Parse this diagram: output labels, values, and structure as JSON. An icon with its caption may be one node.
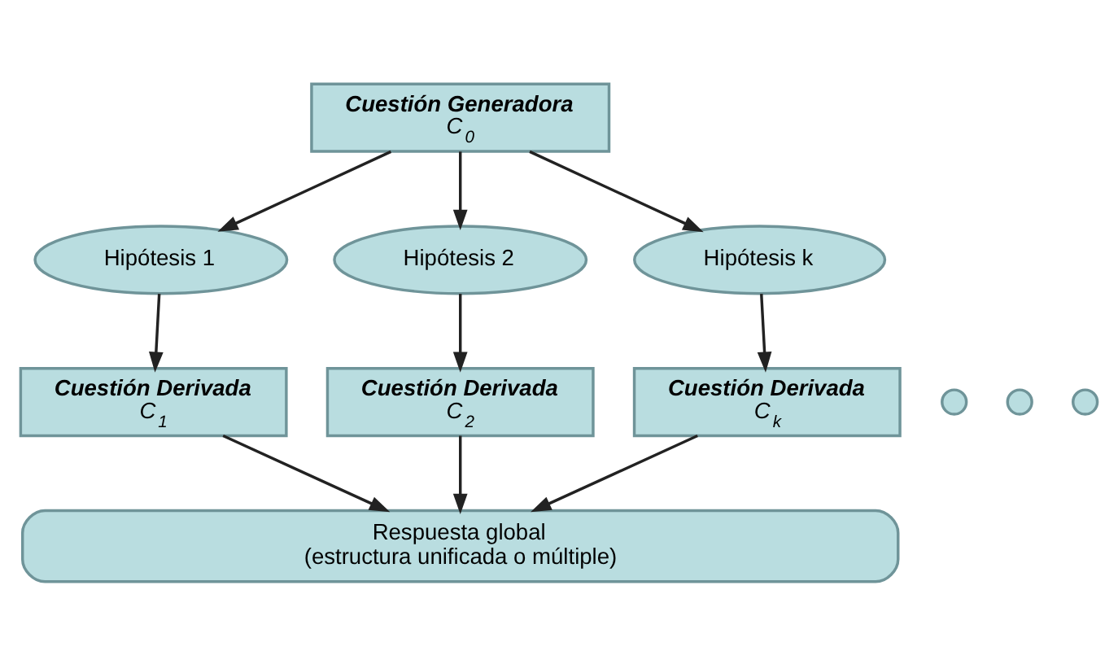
{
  "diagram": {
    "nodes": [
      {
        "text": [
          "Cuestión Generadora",
          "C$_{0}$"
        ]
      },
      {
        "text": [
          "Hipótesis 1"
        ]
      },
      {
        "text": [
          "Hipótesis 2"
        ]
      },
      {
        "text": [
          "Hipótesis k"
        ]
      },
      {
        "text": [
          "Cuestión Derivada",
          "C$_{1}$"
        ]
      },
      {
        "text": [
          "Cuestión Derivada",
          "C$_{2}$"
        ]
      },
      {
        "text": [],
        "shape": "circle"
      },
      {
        "text": [],
        "shape": "circle"
      },
      {
        "text": [],
        "shape": "circle"
      },
      {
        "text": [
          "Cuestión Derivada",
          "C$_{k}$"
        ]
      },
      {
        "text": [
          "Respuesta global",
          "(estructura unificada o múltiple)"
        ]
      }
    ],
    "edges": [
      {
        "from": 0,
        "to": 1,
        "arrow": "to"
      },
      {
        "from": 0,
        "to": 2,
        "arrow": "to"
      },
      {
        "from": 0,
        "to": 3,
        "arrow": "to"
      },
      {
        "from": 1,
        "to": 4,
        "arrow": "to"
      },
      {
        "from": 2,
        "to": 5,
        "arrow": "to"
      },
      {
        "from": 3,
        "to": 9,
        "arrow": "to"
      },
      {
        "from": 4,
        "to": 10,
        "arrow": "to"
      },
      {
        "from": 5,
        "to": 10,
        "arrow": "to"
      },
      {
        "from": 9,
        "to": 10,
        "arrow": "to"
      }
    ]
  }
}
